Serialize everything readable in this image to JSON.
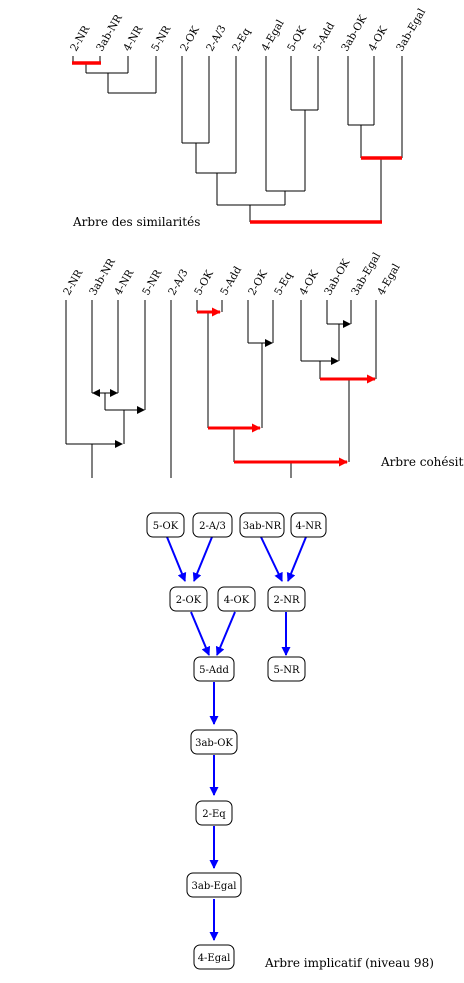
{
  "colors": {
    "tree_line": "#000000",
    "highlight": "#ff0000",
    "implication_arrow": "#0000ff"
  },
  "similarity_tree": {
    "caption": "Arbre des similarités",
    "leaves": [
      "2-NR",
      "3ab-NR",
      "4-NR",
      "5-NR",
      "2-OK",
      "2-A/3",
      "2-Eq",
      "4-Egal",
      "5-OK",
      "5-Add",
      "3ab-OK",
      "4-OK",
      "3ab-Egal"
    ]
  },
  "cohesive_tree": {
    "caption": "Arbre cohésitif",
    "leaves": [
      "2-NR",
      "3ab-NR",
      "4-NR",
      "5-NR",
      "2-A/3",
      "5-OK",
      "5-Add",
      "2-OK",
      "5-Eq",
      "4-OK",
      "3ab-OK",
      "3ab-Egal",
      "4-Egal"
    ]
  },
  "implicative_tree": {
    "caption": "Arbre implicatif (niveau 98)",
    "nodes": [
      "5-OK",
      "2-A/3",
      "3ab-NR",
      "4-NR",
      "2-OK",
      "4-OK",
      "2-NR",
      "5-Add",
      "5-NR",
      "3ab-OK",
      "2-Eq",
      "3ab-Egal",
      "4-Egal"
    ]
  }
}
